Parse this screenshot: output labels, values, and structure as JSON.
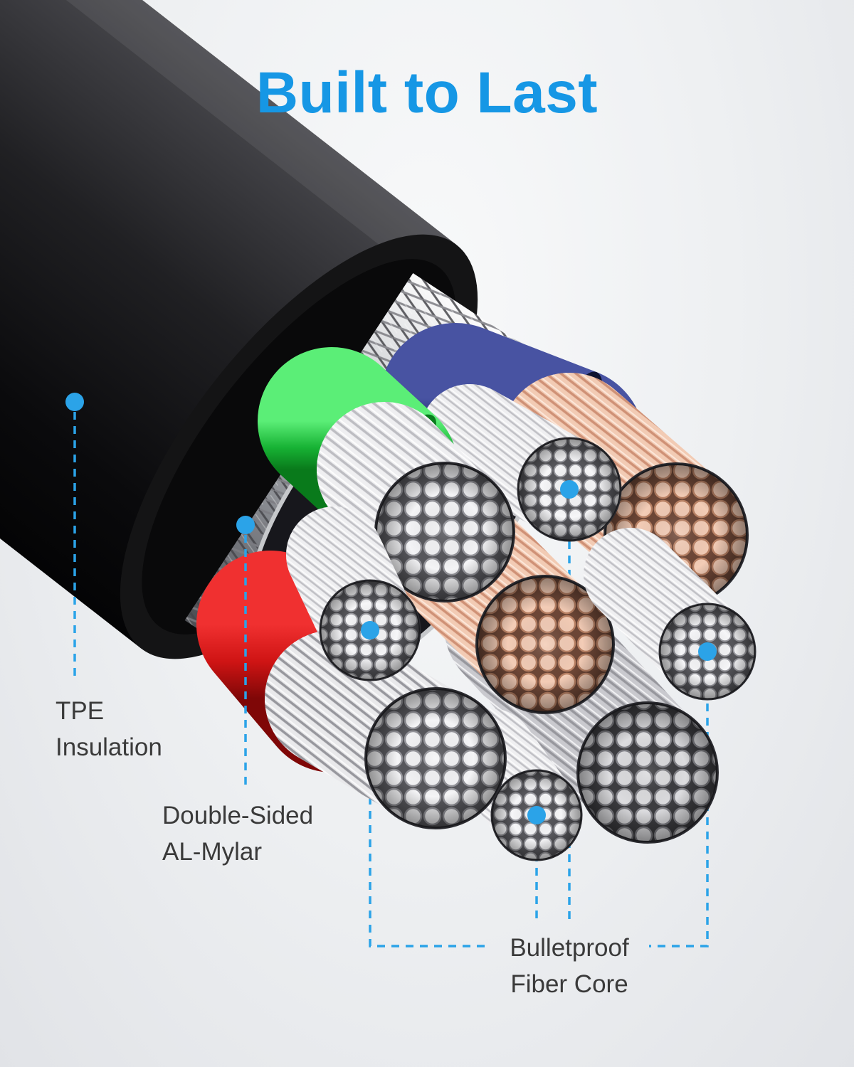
{
  "title": {
    "text": "Built to Last"
  },
  "labels": {
    "tpe": {
      "line1": "TPE",
      "line2": "Insulation"
    },
    "al_mylar": {
      "line1": "Double-Sided",
      "line2": "AL-Mylar"
    },
    "fiber_core": {
      "line1": "Bulletproof",
      "line2": "Fiber Core"
    }
  },
  "colors": {
    "accent_blue": "#1697e5",
    "callout_dot": "#2ba3e8",
    "label_text": "#3a3a3a",
    "jacket_black": "#121214",
    "shield_silver": "#b9bcc0",
    "wire_green": "#17b234",
    "wire_navy": "#20296b",
    "wire_red": "#cf1414",
    "strand_copper": "#f2cbb4",
    "strand_silver": "#e9e9eb",
    "fiber_white": "#f4f4f6"
  }
}
